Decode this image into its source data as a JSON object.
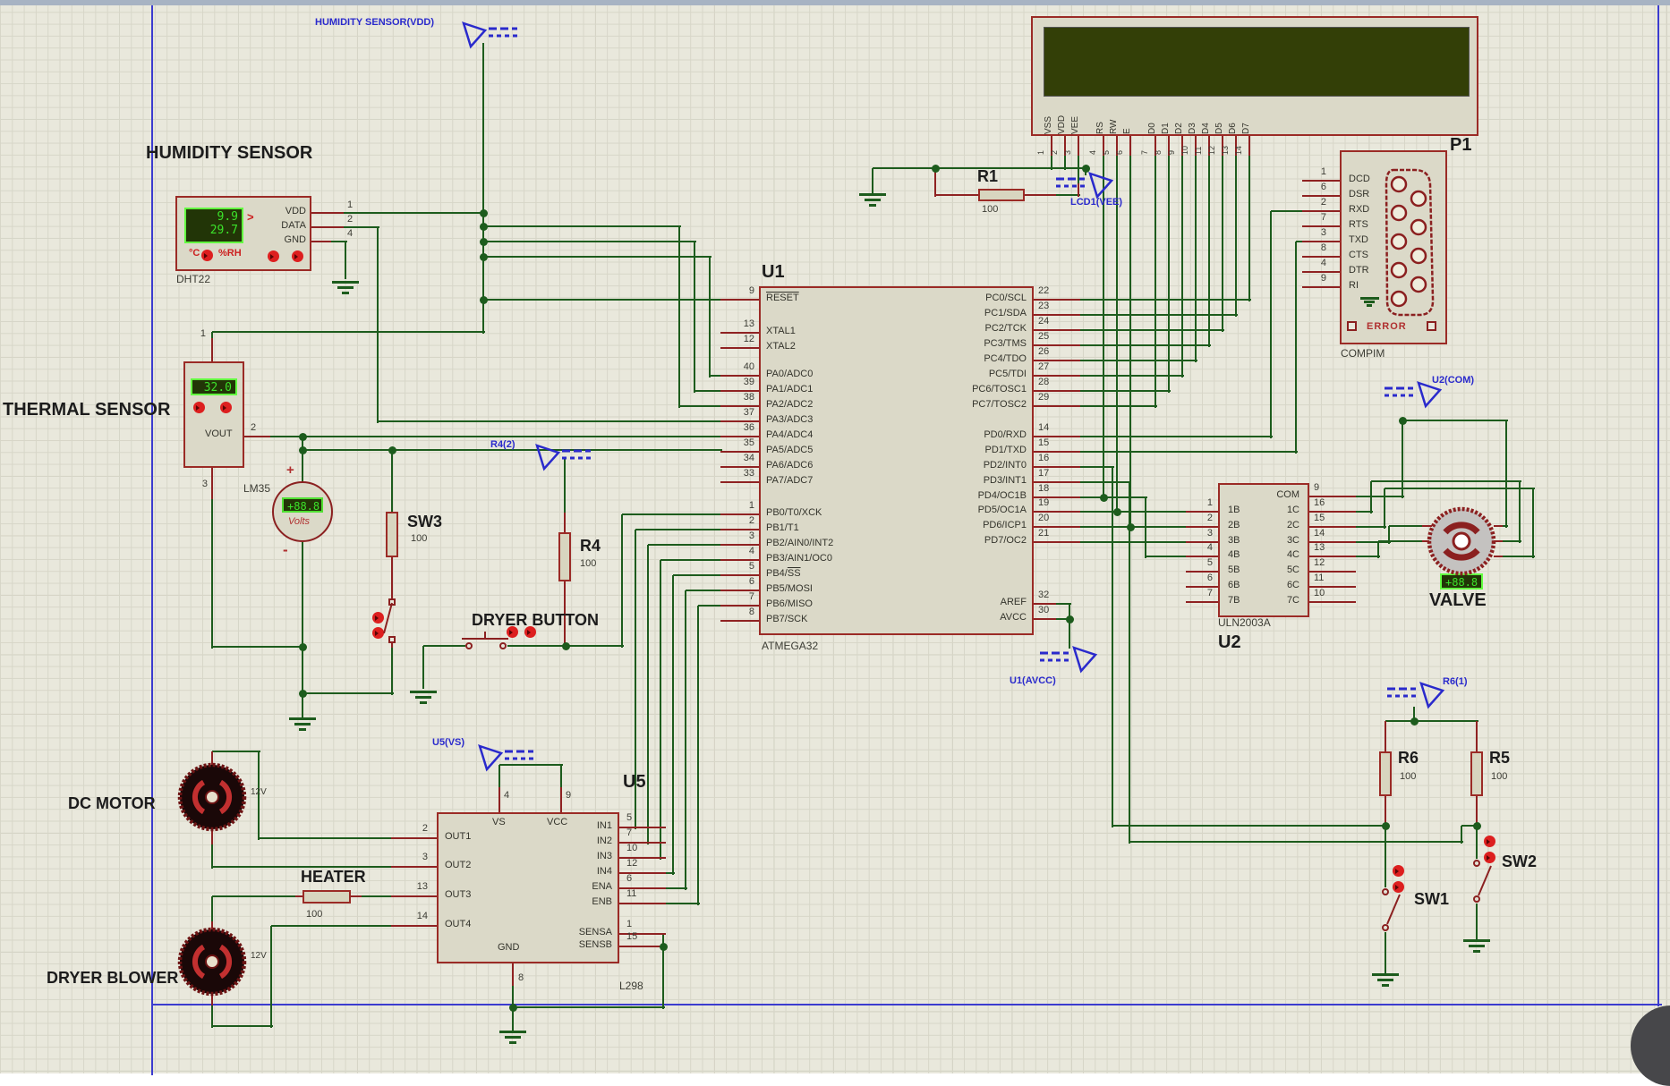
{
  "colors": {
    "wire_green": "#1d5c1d",
    "pin_red": "#8f2222",
    "component_border": "#9b2b26",
    "component_fill": "#dbd9c8",
    "flag_blue": "#2a2acc",
    "frame_blue": "#3c3ccf",
    "display_bg": "#223507",
    "display_fg": "#3ce22a",
    "lcd_screen": "#333f07"
  },
  "flags": {
    "humidity_vdd": "HUMIDITY SENSOR(VDD)",
    "lcd1_vee": "LCD1(VEE)",
    "r4_2": "R4(2)",
    "u2_com": "U2(COM)",
    "u1_avcc": "U1(AVCC)",
    "u5_vs": "U5(VS)",
    "r6_1": "R6(1)"
  },
  "humidity_sensor": {
    "title": "HUMIDITY SENSOR",
    "part": "DHT22",
    "display_top": "9.9",
    "display_bottom": "29.7",
    "arrow": ">",
    "unit_c": "°C",
    "unit_rh": "%RH",
    "pins": [
      {
        "num": "1",
        "name": "VDD"
      },
      {
        "num": "2",
        "name": "DATA"
      },
      {
        "num": "4",
        "name": "GND"
      }
    ]
  },
  "thermal_sensor": {
    "title": "THERMAL SENSOR",
    "part": "LM35",
    "display": "32.0",
    "vout": "VOUT",
    "pin1": "1",
    "pin2": "2",
    "pin3": "3"
  },
  "voltmeter": {
    "value": "+88.8",
    "unit": "Volts",
    "plus": "+",
    "minus": "-"
  },
  "u1": {
    "ref": "U1",
    "part": "ATMEGA32",
    "left_pins": [
      {
        "num": "9",
        "name": "RESET",
        "overline": "full"
      },
      {
        "num": "13",
        "name": "XTAL1"
      },
      {
        "num": "12",
        "name": "XTAL2"
      },
      {
        "num": "40",
        "name": "PA0/ADC0"
      },
      {
        "num": "39",
        "name": "PA1/ADC1"
      },
      {
        "num": "38",
        "name": "PA2/ADC2"
      },
      {
        "num": "37",
        "name": "PA3/ADC3"
      },
      {
        "num": "36",
        "name": "PA4/ADC4"
      },
      {
        "num": "35",
        "name": "PA5/ADC5"
      },
      {
        "num": "34",
        "name": "PA6/ADC6"
      },
      {
        "num": "33",
        "name": "PA7/ADC7"
      },
      {
        "num": "1",
        "name": "PB0/T0/XCK"
      },
      {
        "num": "2",
        "name": "PB1/T1"
      },
      {
        "num": "3",
        "name": "PB2/AIN0/INT2"
      },
      {
        "num": "4",
        "name": "PB3/AIN1/OC0"
      },
      {
        "num": "5",
        "name": "PB4/SS",
        "overline": "last"
      },
      {
        "num": "6",
        "name": "PB5/MOSI"
      },
      {
        "num": "7",
        "name": "PB6/MISO"
      },
      {
        "num": "8",
        "name": "PB7/SCK"
      }
    ],
    "right_pins": [
      {
        "num": "22",
        "name": "PC0/SCL"
      },
      {
        "num": "23",
        "name": "PC1/SDA"
      },
      {
        "num": "24",
        "name": "PC2/TCK"
      },
      {
        "num": "25",
        "name": "PC3/TMS"
      },
      {
        "num": "26",
        "name": "PC4/TDO"
      },
      {
        "num": "27",
        "name": "PC5/TDI"
      },
      {
        "num": "28",
        "name": "PC6/TOSC1"
      },
      {
        "num": "29",
        "name": "PC7/TOSC2"
      },
      {
        "num": "14",
        "name": "PD0/RXD"
      },
      {
        "num": "15",
        "name": "PD1/TXD"
      },
      {
        "num": "16",
        "name": "PD2/INT0"
      },
      {
        "num": "17",
        "name": "PD3/INT1"
      },
      {
        "num": "18",
        "name": "PD4/OC1B"
      },
      {
        "num": "19",
        "name": "PD5/OC1A"
      },
      {
        "num": "20",
        "name": "PD6/ICP1"
      },
      {
        "num": "21",
        "name": "PD7/OC2"
      },
      {
        "num": "32",
        "name": "AREF"
      },
      {
        "num": "30",
        "name": "AVCC"
      }
    ]
  },
  "lcd": {
    "pins": [
      {
        "num": "1",
        "name": "VSS"
      },
      {
        "num": "2",
        "name": "VDD"
      },
      {
        "num": "3",
        "name": "VEE"
      },
      {
        "num": "4",
        "name": "RS"
      },
      {
        "num": "5",
        "name": "RW"
      },
      {
        "num": "6",
        "name": "E"
      },
      {
        "num": "7",
        "name": "D0"
      },
      {
        "num": "8",
        "name": "D1"
      },
      {
        "num": "9",
        "name": "D2"
      },
      {
        "num": "10",
        "name": "D3"
      },
      {
        "num": "11",
        "name": "D4"
      },
      {
        "num": "12",
        "name": "D5"
      },
      {
        "num": "13",
        "name": "D6"
      },
      {
        "num": "14",
        "name": "D7"
      }
    ]
  },
  "p1": {
    "ref": "P1",
    "part": "COMPIM",
    "error": "ERROR",
    "pins": [
      {
        "num": "1",
        "name": "DCD"
      },
      {
        "num": "6",
        "name": "DSR"
      },
      {
        "num": "2",
        "name": "RXD"
      },
      {
        "num": "7",
        "name": "RTS"
      },
      {
        "num": "3",
        "name": "TXD"
      },
      {
        "num": "8",
        "name": "CTS"
      },
      {
        "num": "4",
        "name": "DTR"
      },
      {
        "num": "9",
        "name": "RI"
      }
    ]
  },
  "u2": {
    "ref": "U2",
    "part": "ULN2003A",
    "left_pins": [
      {
        "num": "1",
        "name": "1B"
      },
      {
        "num": "2",
        "name": "2B"
      },
      {
        "num": "3",
        "name": "3B"
      },
      {
        "num": "4",
        "name": "4B"
      },
      {
        "num": "5",
        "name": "5B"
      },
      {
        "num": "6",
        "name": "6B"
      },
      {
        "num": "7",
        "name": "7B"
      }
    ],
    "right_pins": [
      {
        "num": "9",
        "name": "COM"
      },
      {
        "num": "16",
        "name": "1C"
      },
      {
        "num": "15",
        "name": "2C"
      },
      {
        "num": "14",
        "name": "3C"
      },
      {
        "num": "13",
        "name": "4C"
      },
      {
        "num": "12",
        "name": "5C"
      },
      {
        "num": "11",
        "name": "6C"
      },
      {
        "num": "10",
        "name": "7C"
      }
    ]
  },
  "u5": {
    "ref": "U5",
    "part": "L298",
    "top_pins": [
      {
        "num": "4",
        "name": "VS"
      },
      {
        "num": "9",
        "name": "VCC"
      }
    ],
    "left_pins": [
      {
        "num": "2",
        "name": "OUT1"
      },
      {
        "num": "3",
        "name": "OUT2"
      },
      {
        "num": "13",
        "name": "OUT3"
      },
      {
        "num": "14",
        "name": "OUT4"
      }
    ],
    "right_pins": [
      {
        "num": "5",
        "name": "IN1"
      },
      {
        "num": "7",
        "name": "IN2"
      },
      {
        "num": "10",
        "name": "IN3"
      },
      {
        "num": "12",
        "name": "IN4"
      },
      {
        "num": "6",
        "name": "ENA"
      },
      {
        "num": "11",
        "name": "ENB"
      },
      {
        "num": "1",
        "name": "SENSA"
      },
      {
        "num": "15",
        "name": "SENSB"
      }
    ],
    "bottom_pin": {
      "num": "8",
      "name": "GND"
    }
  },
  "resistors": {
    "r1": {
      "ref": "R1",
      "value": "100"
    },
    "r4": {
      "ref": "R4",
      "value": "100"
    },
    "r5": {
      "ref": "R5",
      "value": "100"
    },
    "r6": {
      "ref": "R6",
      "value": "100"
    },
    "sw3": {
      "ref": "SW3",
      "value": "100"
    },
    "heater": {
      "label": "HEATER",
      "value": "100"
    }
  },
  "switches": {
    "sw1": "SW1",
    "sw2": "SW2",
    "dryer_button": "DRYER BUTTON"
  },
  "motors": {
    "dc_motor": {
      "label": "DC MOTOR",
      "voltage": "12V"
    },
    "dryer_blower": {
      "label": "DRYER BLOWER",
      "voltage": "12V"
    },
    "valve": {
      "label": "VALVE",
      "display": "+88.8"
    }
  }
}
